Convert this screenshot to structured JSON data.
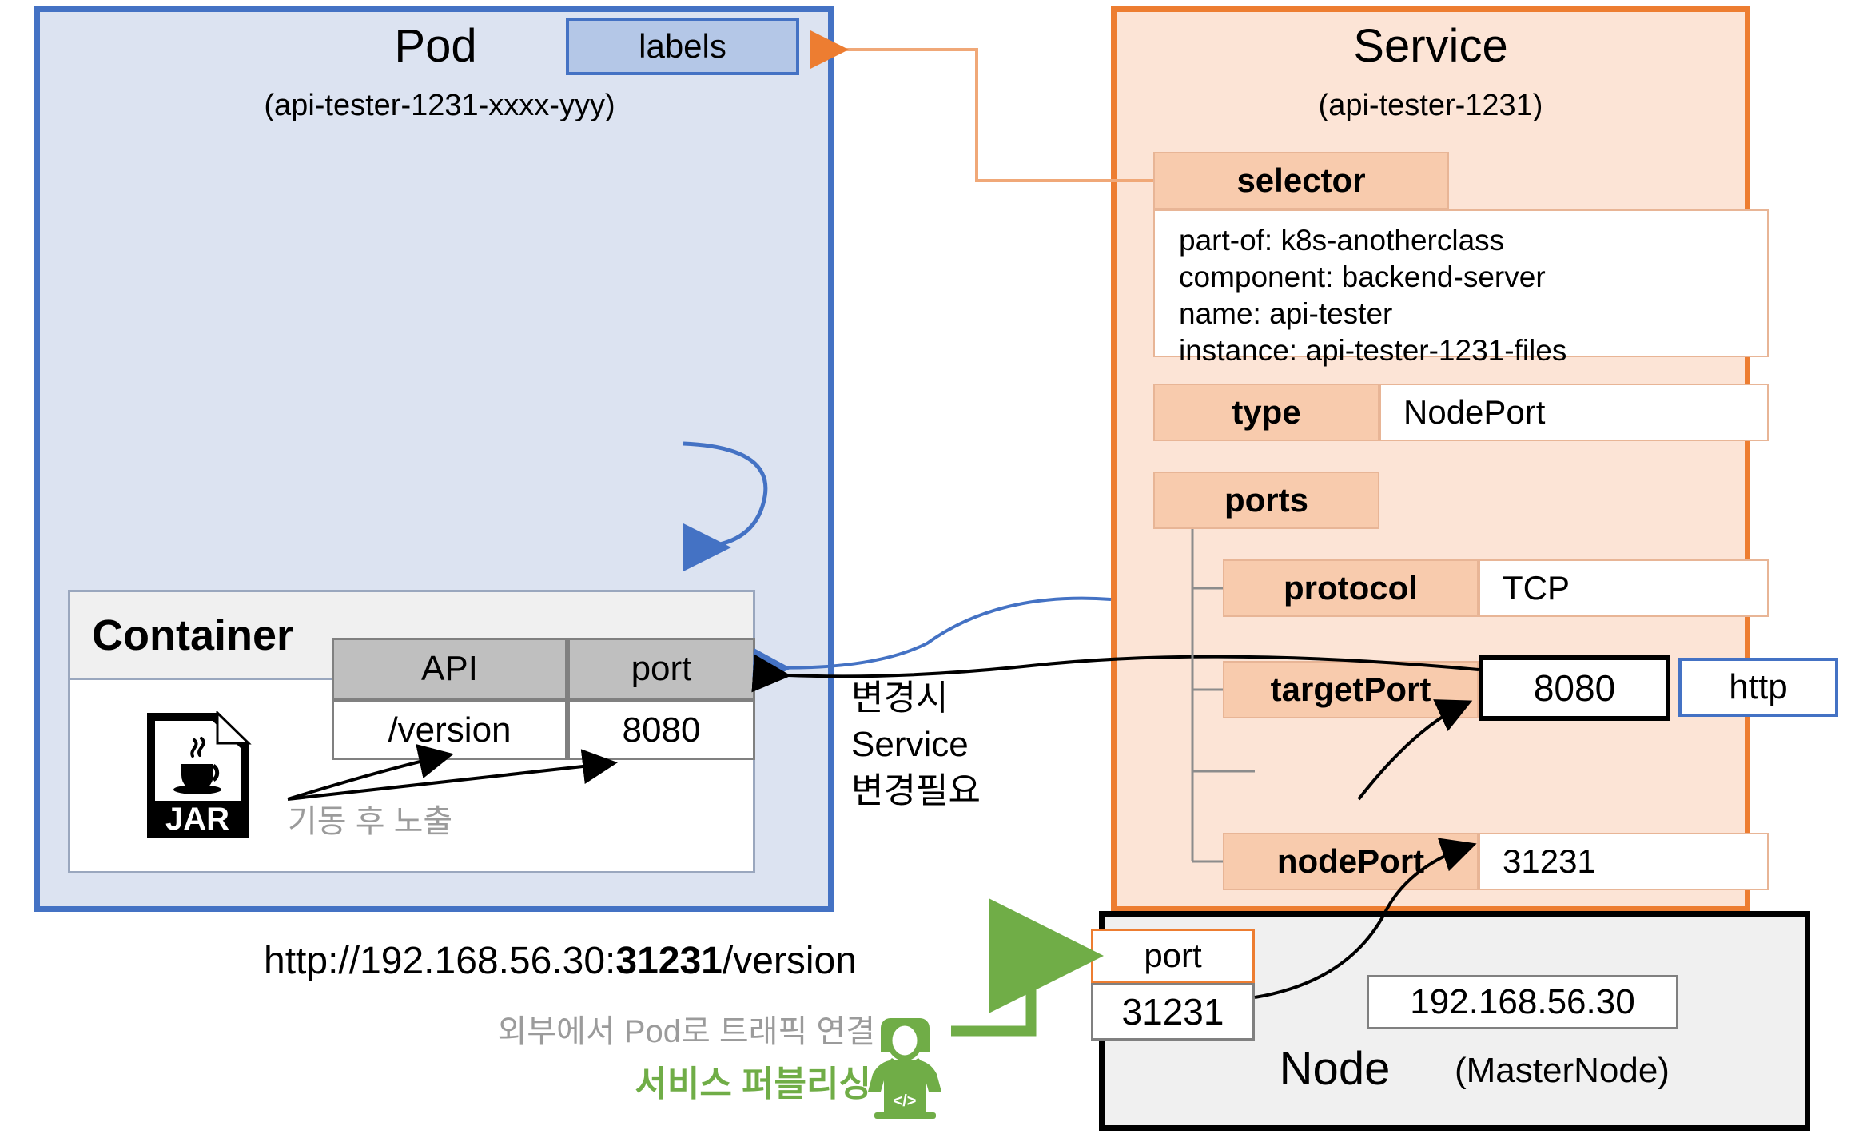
{
  "pod": {
    "title": "Pod",
    "subtitle": "(api-tester-1231-xxxx-yyy)",
    "labels_box": "labels",
    "container": {
      "title": "Container",
      "table": {
        "headers": [
          "API",
          "port"
        ],
        "rows": [
          [
            "/version",
            "8080"
          ]
        ]
      },
      "jar_icon_label": "JAR",
      "expose_note": "기동 후 노출"
    }
  },
  "service": {
    "title": "Service",
    "subtitle": "(api-tester-1231)",
    "selector": {
      "label": "selector",
      "entries": [
        "part-of: k8s-anotherclass",
        "component: backend-server",
        "name: api-tester",
        "instance: api-tester-1231-files"
      ]
    },
    "type": {
      "label": "type",
      "value": "NodePort"
    },
    "ports": {
      "label": "ports",
      "protocol": {
        "label": "protocol",
        "value": "TCP"
      },
      "targetPort": {
        "label": "targetPort",
        "value": "8080",
        "name": "http"
      },
      "nodePort": {
        "label": "nodePort",
        "value": "31231"
      }
    }
  },
  "node": {
    "title": "Node",
    "subtitle": "(MasterNode)",
    "ip": "192.168.56.30",
    "port_box": {
      "label": "port",
      "value": "31231"
    }
  },
  "annotations": {
    "change_note": "변경시\nService\n변경필요",
    "change_note_lines": [
      "변경시",
      "Service",
      "변경필요"
    ],
    "url_prefix": "http://192.168.56.30:",
    "url_port": "31231",
    "url_suffix": "/version",
    "traffic_note": "외부에서 Pod로 트래픽 연결",
    "publish_note": "서비스 퍼블리싱"
  },
  "colors": {
    "pod_border": "#4472C4",
    "pod_fill": "#DCE3F1",
    "labels_fill": "#B4C7E7",
    "service_border": "#ED7D31",
    "service_fill": "#FCE4D6",
    "key_fill": "#F8CBAD",
    "node_border": "#000000",
    "node_fill": "#F0F0F0",
    "green": "#70AD47",
    "gray_text": "#9B9B9B"
  }
}
